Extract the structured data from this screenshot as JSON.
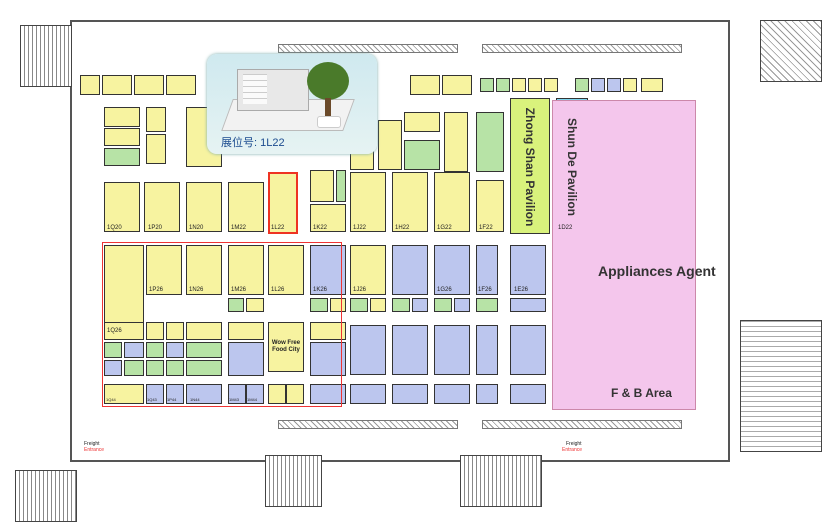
{
  "popup": {
    "booth_label": "展位号: 1L22"
  },
  "pavilions": {
    "zhong_shan": "Zhong Shan Pavilion",
    "shun_de": "Shun De Pavilion",
    "appliances": "Appliances Agent",
    "food_court": "Wow Free Food City",
    "fb": "F & B Area"
  },
  "freight": {
    "left_title": "Freight",
    "left_sub": "Entrance",
    "right_title": "Freight",
    "right_sub": "Entrance"
  },
  "booth_codes": {
    "b1": "1Q20",
    "b2": "1P20",
    "b3": "1N20",
    "b4": "1M22",
    "b5": "1L22",
    "b6": "1K22",
    "b7": "1J22",
    "b8": "1H22",
    "b9": "1G22",
    "b10": "1F22",
    "b11": "1D22",
    "b12": "1Q26",
    "b13": "1P26",
    "b14": "1N26",
    "b15": "1M26",
    "b16": "1L26",
    "b17": "1K26",
    "b18": "1J26",
    "b19": "1G26",
    "b20": "1F26",
    "b21": "1E26",
    "b22": "1Q44",
    "b23": "1Q43",
    "b24": "1P44",
    "b25": "1N44",
    "b26": "1M43",
    "b27": "1M44"
  }
}
